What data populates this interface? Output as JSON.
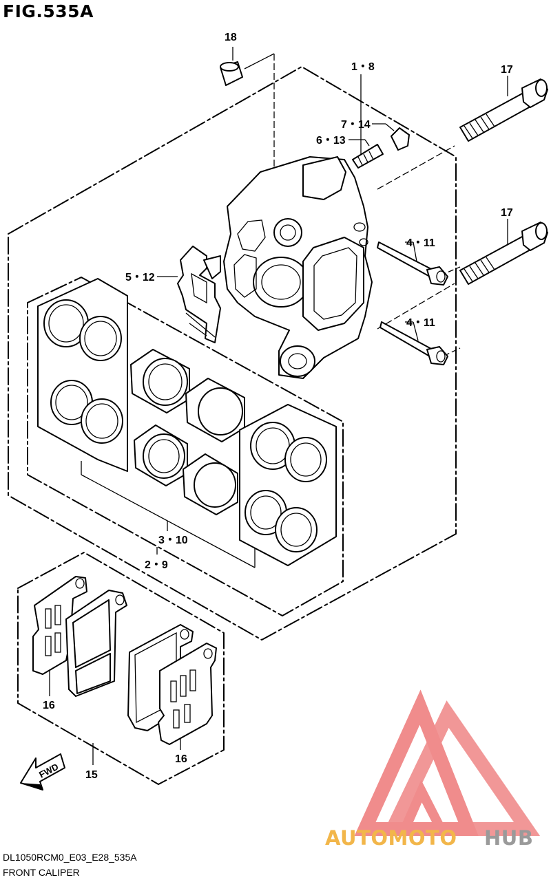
{
  "figure": {
    "title": "FIG.535A",
    "code": "DL1050RCM0_E03_E28_535A",
    "name": "FRONT CALIPER"
  },
  "callouts": {
    "c18": "18",
    "c1_8": "1・8",
    "c17_top": "17",
    "c7_14": "7・14",
    "c6_13": "6・13",
    "c17_bottom": "17",
    "c4_11_top": "4・11",
    "c5_12": "5・12",
    "c4_11_bottom": "4・11",
    "c3_10": "3・10",
    "c2_9": "2・9",
    "c16_left": "16",
    "c15": "15",
    "c16_right": "16"
  },
  "fwd_arrow": {
    "label": "FWD"
  },
  "watermark": {
    "part1": "AUTOMOTO",
    "part2": "HUB",
    "colors": {
      "logo": "#f08c8c",
      "part1": "#f2b64a",
      "part2": "#9a9a9a"
    }
  },
  "icons": [
    "fwd-arrow-icon",
    "automotohub-logo-icon"
  ]
}
